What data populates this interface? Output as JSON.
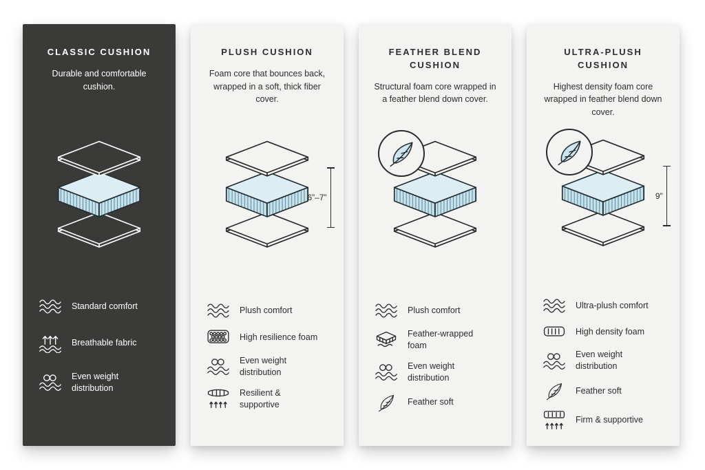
{
  "colors": {
    "page_background": "#ffffff",
    "dark_panel": "#3a3a38",
    "light_panel": "#f3f3f1",
    "foam_top": "#dcedf4",
    "foam_side": "#c8e2ec",
    "outline_dark": "#2b2b2b",
    "outline_light": "#ffffff"
  },
  "panels": [
    {
      "id": "classic",
      "theme": "dark",
      "title": "CLASSIC CUSHION",
      "description": "Durable and comfortable cushion.",
      "features": [
        {
          "icon": "wave-comfort-icon",
          "label": "Standard comfort"
        },
        {
          "icon": "breathable-fabric-icon",
          "label": "Breathable fabric"
        },
        {
          "icon": "even-weight-icon",
          "label": "Even weight distribution"
        }
      ]
    },
    {
      "id": "plush",
      "theme": "light",
      "title": "PLUSH CUSHION",
      "description": "Foam core that bounces back, wrapped in a soft, thick fiber cover.",
      "dimension": "6”–7”",
      "features": [
        {
          "icon": "wave-comfort-icon",
          "label": "Plush comfort"
        },
        {
          "icon": "foam-bubbles-icon",
          "label": "High resilience foam"
        },
        {
          "icon": "even-weight-icon",
          "label": "Even weight distribution"
        },
        {
          "icon": "resilient-supportive-icon",
          "label": "Resilient & supportive"
        }
      ]
    },
    {
      "id": "feather-blend",
      "theme": "light",
      "title": "FEATHER BLEND CUSHION",
      "description": "Structural foam core wrapped in a feather blend down cover.",
      "features": [
        {
          "icon": "wave-comfort-icon",
          "label": "Plush comfort"
        },
        {
          "icon": "feather-wrapped-foam-icon",
          "label": "Feather-wrapped foam"
        },
        {
          "icon": "even-weight-icon",
          "label": "Even weight distribution"
        },
        {
          "icon": "feather-icon",
          "label": "Feather soft"
        }
      ]
    },
    {
      "id": "ultra-plush",
      "theme": "light",
      "title": "ULTRA-PLUSH CUSHION",
      "description": "Highest density foam core wrapped in feather blend down cover.",
      "dimension": "9”",
      "features": [
        {
          "icon": "wave-comfort-icon",
          "label": "Ultra-plush comfort"
        },
        {
          "icon": "high-density-foam-icon",
          "label": "High density foam"
        },
        {
          "icon": "even-weight-icon",
          "label": "Even weight distribution"
        },
        {
          "icon": "feather-icon",
          "label": "Feather soft"
        },
        {
          "icon": "firm-supportive-icon",
          "label": "Firm & supportive"
        }
      ]
    }
  ]
}
